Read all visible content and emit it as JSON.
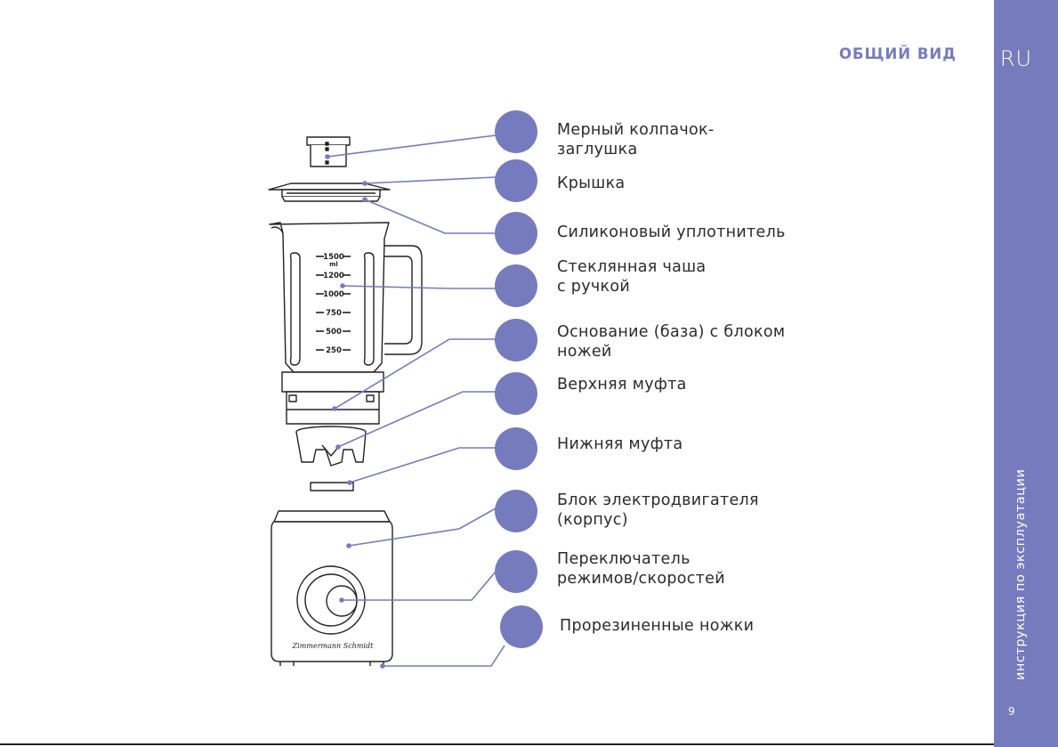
{
  "header": {
    "title": "ОБЩИЙ ВИД"
  },
  "sidebar": {
    "lang": "RU",
    "vertical_text": "инструкция по эксплуатации",
    "page_number": "9"
  },
  "parts": [
    {
      "label_line1": "Мерный колпачок-",
      "label_line2": "заглушка"
    },
    {
      "label_line1": "Крышка",
      "label_line2": ""
    },
    {
      "label_line1": "Силиконовый уплотнитель",
      "label_line2": ""
    },
    {
      "label_line1": "Стеклянная чаша",
      "label_line2": "с ручкой"
    },
    {
      "label_line1": "Основание (база) с блоком",
      "label_line2": "ножей"
    },
    {
      "label_line1": "Верхняя муфта",
      "label_line2": ""
    },
    {
      "label_line1": "Нижняя муфта",
      "label_line2": ""
    },
    {
      "label_line1": "Блок электродвигателя",
      "label_line2": "(корпус)"
    },
    {
      "label_line1": "Переключатель",
      "label_line2": "режимов/скоростей"
    },
    {
      "label_line1": "Прорезиненные ножки",
      "label_line2": ""
    }
  ],
  "jar_scale": {
    "max": "1500",
    "unit": "ml",
    "marks": [
      "1200",
      "1000",
      "750",
      "500",
      "250"
    ]
  },
  "brand_text": "Zimmermann Schmidt",
  "colors": {
    "accent": "#757bbd",
    "line": "#222222"
  }
}
